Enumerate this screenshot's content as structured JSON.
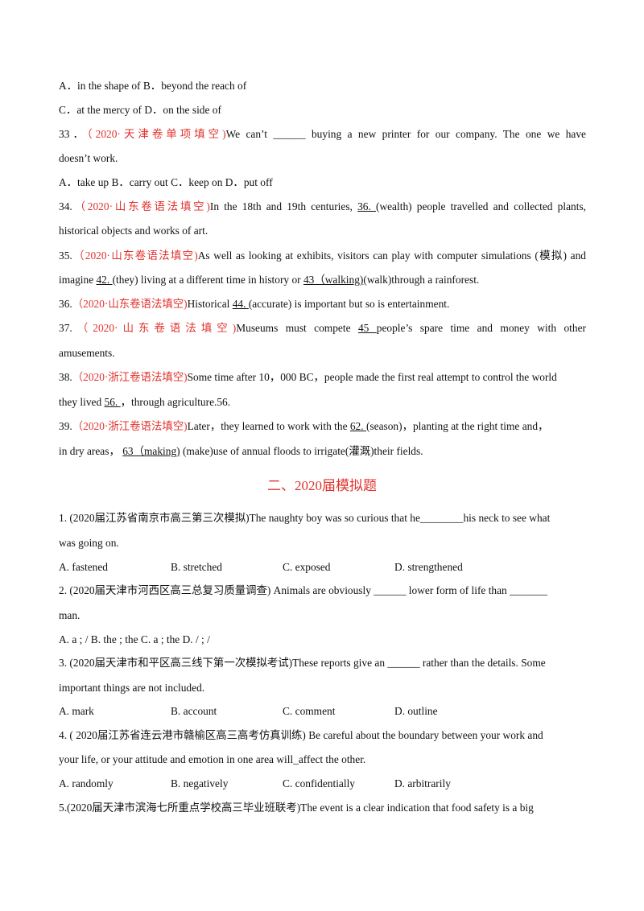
{
  "q32_options": {
    "line1": "A．in  the  shape  of      B．beyond  the  reach  of",
    "line2": "C．at  the  mercy  of      D．on  the  side  of"
  },
  "q33": {
    "num": "33．",
    "source": "（2020·天津卷单项填空)",
    "text1": "We  can’t  ______  buying  a  new  printer  for  our  company.  The  one  we  have",
    "text2": "doesn’t  work.",
    "options": "A．take  up    B．carry  out  C．keep  on    D．put  off"
  },
  "q34": {
    "num": "34.",
    "source": "（2020·山东卷语法填空)",
    "pre": "In the 18th and 19th centuries, ",
    "blank": " 36.  ",
    "post": " (wealth) people travelled and collected plants,",
    "line2": "historical objects and works of art."
  },
  "q35": {
    "num": "35.",
    "source": "（2020·山东卷语法填空)",
    "text1": "As well as looking at exhibits, visitors can play with computer simulations (模拟) and",
    "pre2": "imagine ",
    "blank1": "  42.  ",
    "mid2": " (they) living at a different time in history or ",
    "blank2": "  43（walking)",
    "post2": "(walk)through a rainforest."
  },
  "q36": {
    "num": "36.",
    "source": "（2020·山东卷语法填空)",
    "pre": "Historical ",
    "blank": "  44.  ",
    "post": " (accurate) is important but so is entertainment."
  },
  "q37": {
    "num": "37.",
    "source": "（2020·山东卷语法填空)",
    "pre": "Museums  must  compete  ",
    "blank": "   45     ",
    "post": "  people’s spare time and money with other",
    "line2": "amusements."
  },
  "q38": {
    "num": "38.",
    "source": "（2020·浙江卷语法填空)",
    "text1": "Some time after 10，000 BC，people made the first real attempt to control the world",
    "pre2": "they lived ",
    "blank": "56.  ",
    "post2": " ，through agriculture.56."
  },
  "q39": {
    "num": "39.",
    "source": "（2020·浙江卷语法填空)",
    "pre1": "Later，they learned to work with the ",
    "blank1": "62.  ",
    "post1": "(season)，planting at the right time and，",
    "pre2": "in dry areas，   ",
    "blank2": "63（making)",
    "post2": " (make)use of annual floods to irrigate(灌溉)their fields."
  },
  "section_heading": "二、2020届模拟题",
  "m1": {
    "text1": "1. (2020届江苏省南京市高三第三次模拟)The naughty boy was so curious that he________his neck to see what",
    "text2": "was going on.",
    "options": [
      "A. fastened",
      "B. stretched",
      "C. exposed",
      "D. strengthened"
    ]
  },
  "m2": {
    "text1": "2. (2020届天津市河西区高三总复习质量调查) Animals are obviously ______ lower form of life than _______",
    "text2": "man.",
    "options": "A. a ; /    B. the ; the    C. a ; the    D. / ; /"
  },
  "m3": {
    "text1": "3. (2020届天津市和平区高三线下第一次模拟考试)These reports give an ______ rather than the details. Some",
    "text2": "important things are not included.",
    "options": [
      "A. mark",
      "B. account",
      "C. comment",
      "D. outline"
    ]
  },
  "m4": {
    "text1": "4. ( 2020届江苏省连云港市赣榆区高三高考仿真训练) Be careful about the boundary between your work and",
    "text2": "your life, or your attitude and emotion in one area will_affect the other.",
    "options": [
      "A. randomly",
      "B. negatively",
      "C. confidentially",
      "D. arbitrarily"
    ]
  },
  "m5": {
    "text1": "5.(2020届天津市滨海七所重点学校高三毕业班联考)The event is a clear indication that food safety is a big"
  }
}
